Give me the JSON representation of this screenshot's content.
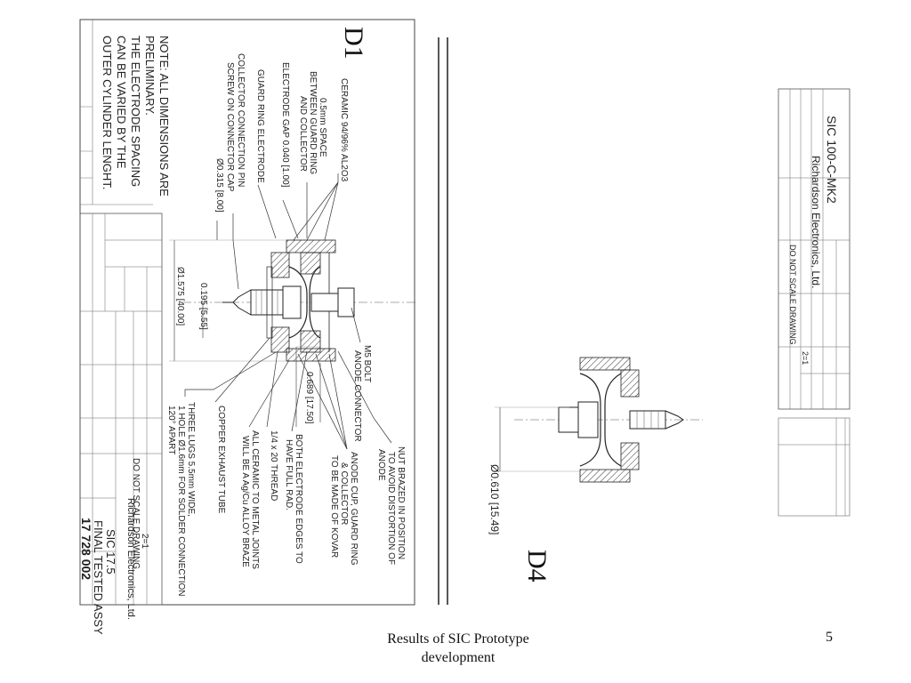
{
  "labels": {
    "d1": "D1",
    "d4": "D4"
  },
  "note": [
    "NOTE: ALL DIMENSIONS ARE",
    "PRELIMINARY.",
    "THE ELECTRODE SPACING",
    "CAN BE VARIED BY THE",
    "OUTER CYLINDER LENGHT."
  ],
  "left_callouts": [
    "CERAMIC 94/96% AL2O3",
    "0.5mm SPACE",
    "BETWEEN GUARD RING",
    "AND COLLECTOR",
    "ELECTRODE GAP 0.040 [1.00]",
    "GUARD RING ELECTRODE",
    "COLLECTOR CONNECTION PIN",
    "SCREW ON CONNECTOR CAP",
    "Ø0.315 [8.00]"
  ],
  "dimensions": {
    "outer_dia": "Ø1.575 [40.00]",
    "gap": "0.195 [5.55]",
    "height": "0.689 [17.50]",
    "d4_dia": "Ø0.610 [15.49]"
  },
  "right_callouts": [
    "M5 BOLT",
    "ANODE CONNECTOR",
    "NUT BRAZED IN POSITION",
    "TO AVOID DISTORTION OF",
    "ANODE",
    "ANODE CUP, GUARD RING",
    "& COLLECTOR",
    "TO BE MADE OF KOVAR",
    "BOTH ELECTRODE EDGES TO",
    "HAVE FULL RAD.",
    "1/4 x 20 THREAD",
    "ALL CERAMIC TO METAL JOINTS",
    "WILL BE A Ag/Cu ALLOY BRAZE",
    "COPPER EXHAUST TUBE",
    "THREE LUGS 5.5mm WIDE,",
    "1 HOLE Ø1.6mm FOR SOLDER CONNECTION",
    "120° APART"
  ],
  "title_block_left": {
    "company": "Richardson Electronics, Ltd.",
    "title1": "SIC 17.5",
    "title2": "FINAL TESTED ASSY",
    "number": "17 728 002",
    "scale": "2=1",
    "note": "DO NOT SCALE DRAWING"
  },
  "title_block_right": {
    "company": "Richardson Electronics, Ltd.",
    "title": "SIC 100-C-MK2",
    "scale": "2=1",
    "note": "DO NOT SCALE DRAWING"
  },
  "footer": {
    "line1": "Results of SIC Prototype",
    "line2": "development",
    "page": "5"
  }
}
